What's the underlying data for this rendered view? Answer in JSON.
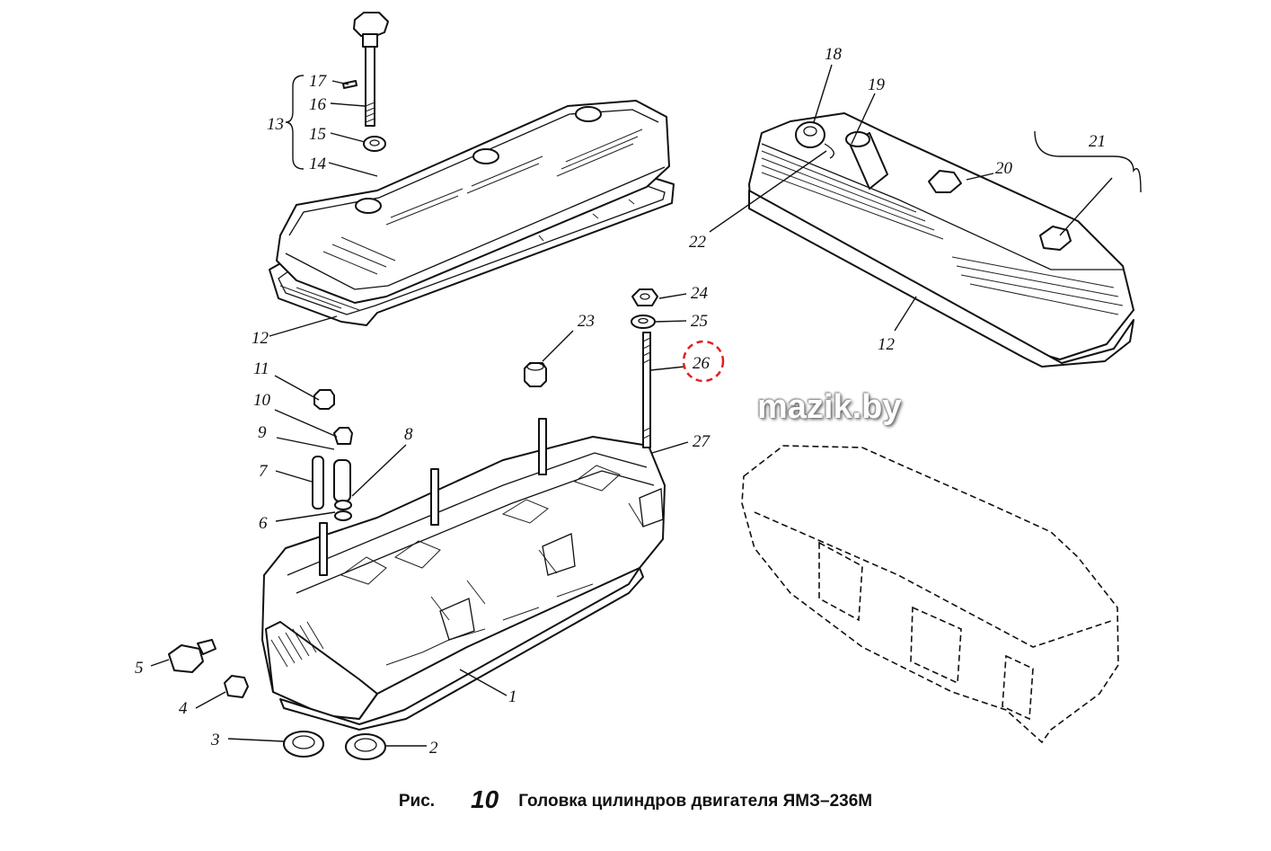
{
  "figure": {
    "label": "Рис.",
    "number": "10",
    "title": "Головка цилиндров двигателя ЯМЗ–236М"
  },
  "watermark": "mazik.by",
  "callouts": {
    "n1": "1",
    "n2": "2",
    "n3": "3",
    "n4": "4",
    "n5": "5",
    "n6": "6",
    "n7": "7",
    "n8": "8",
    "n9": "9",
    "n10": "10",
    "n11": "11",
    "n12a": "12",
    "n12b": "12",
    "n13": "13",
    "n14": "14",
    "n15": "15",
    "n16": "16",
    "n17": "17",
    "n18": "18",
    "n19": "19",
    "n20": "20",
    "n21": "21",
    "n22": "22",
    "n23": "23",
    "n24": "24",
    "n25": "25",
    "n26": "26",
    "n27": "27"
  },
  "highlight": {
    "callout": "26",
    "color": "#e0201f"
  }
}
